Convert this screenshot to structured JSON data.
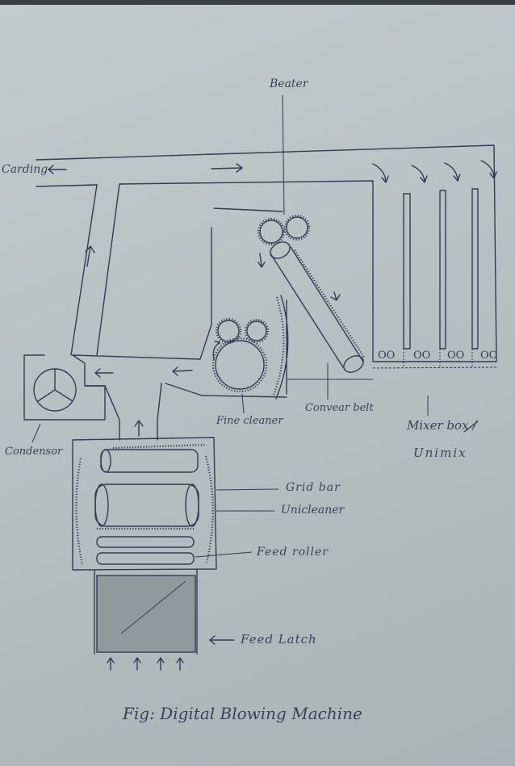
{
  "figure": {
    "caption": "Fig: Digital Blowing Machine",
    "labels": {
      "carding": "Carding",
      "beater": "Beater",
      "condenser": "Condensor",
      "fine_cleaner": "Fine cleaner",
      "convear_belt": "Convear belt",
      "mixer_box": "Mixer box /",
      "unimix": "Unimix",
      "grid_bar": "Grid bar",
      "unicleaner": "Unicleaner",
      "feed_roller": "Feed roller",
      "feed_latch": "Feed Latch"
    },
    "mixer_rollers": [
      "OO",
      "OO",
      "OO",
      "OO"
    ]
  }
}
